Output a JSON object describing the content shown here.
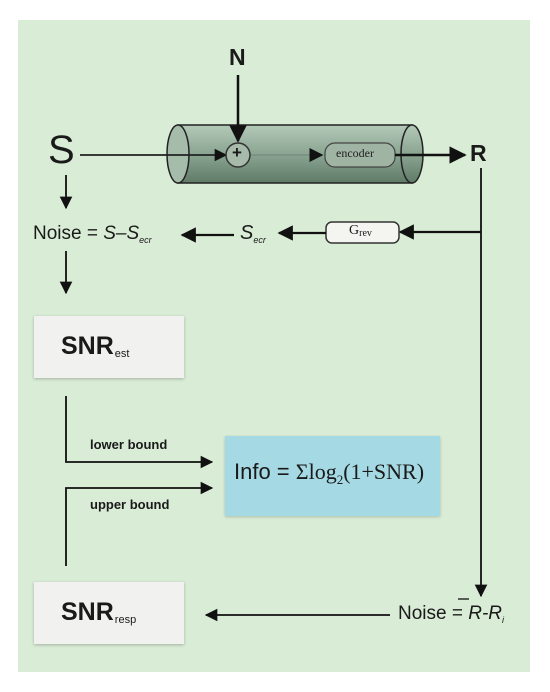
{
  "inputs": {
    "signal": "S",
    "noise_in": "N",
    "response": "R"
  },
  "channel": {
    "adder": "+",
    "encoder": "encoder"
  },
  "stimulus_estimate": {
    "decoder": "G",
    "decoder_sub": "rev",
    "estimate_symbol": "S",
    "estimate_sub": "ecr",
    "noise_label": "Noise = ",
    "noise_expr": "S–S",
    "noise_expr_sub": "ecr"
  },
  "response_noise": {
    "label": "Noise = ",
    "mean": "R",
    "minus": "-R",
    "sub": "i"
  },
  "snr_boxes": {
    "est": {
      "title": "SNR",
      "sub": "est"
    },
    "resp": {
      "title": "SNR",
      "sub": "resp"
    }
  },
  "bounds": {
    "lower": "lower bound",
    "upper": "upper bound"
  },
  "info": {
    "label": "Info = ",
    "formula": "Σlog",
    "base": "2",
    "arg": "(1+SNR)"
  },
  "colors": {
    "background": "#d9ecd6",
    "info_box": "#a5d9e3",
    "channel": "#8aa591",
    "snr_box": "#f1f1ef"
  }
}
